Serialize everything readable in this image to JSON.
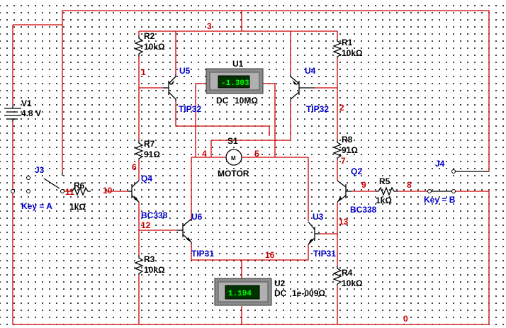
{
  "sources": {
    "v1_name": "V1",
    "v1_value": "4.8 V"
  },
  "resistors": [
    {
      "name": "R1",
      "value": "10kΩ"
    },
    {
      "name": "R2",
      "value": "10kΩ"
    },
    {
      "name": "R3",
      "value": "10kΩ"
    },
    {
      "name": "R4",
      "value": "10kΩ"
    },
    {
      "name": "R5",
      "value": "1kΩ"
    },
    {
      "name": "R6",
      "value": "1kΩ"
    },
    {
      "name": "R7",
      "value": "91Ω"
    },
    {
      "name": "R8",
      "value": "91Ω"
    }
  ],
  "transistors": [
    {
      "name": "U5",
      "model": "TIP32"
    },
    {
      "name": "U4",
      "model": "TIP32"
    },
    {
      "name": "U6",
      "model": "TIP31"
    },
    {
      "name": "U3",
      "model": "TIP31"
    },
    {
      "name": "Q4",
      "model": "BC338"
    },
    {
      "name": "Q2",
      "model": "BC338"
    }
  ],
  "meters": [
    {
      "name": "U1",
      "reading": "-1.303",
      "mode": "DC",
      "param": "10MΩ"
    },
    {
      "name": "U2",
      "reading": "1.194",
      "mode": "DC",
      "param": "1e-009Ω"
    }
  ],
  "motor": {
    "name": "S1",
    "symbol": "M",
    "label": "MOTOR"
  },
  "switches": [
    {
      "name": "J3",
      "key": "Key = A"
    },
    {
      "name": "J4",
      "key": "Key = B"
    }
  ],
  "nodes": [
    "0",
    "1",
    "2",
    "3",
    "4",
    "5",
    "6",
    "7",
    "8",
    "9",
    "10",
    "11",
    "12",
    "13",
    "16"
  ],
  "colors": {
    "wire": "#cc0000",
    "component": "#000000",
    "label": "#0000cc",
    "meter_screen": "#003300",
    "meter_text": "#00ff00"
  }
}
